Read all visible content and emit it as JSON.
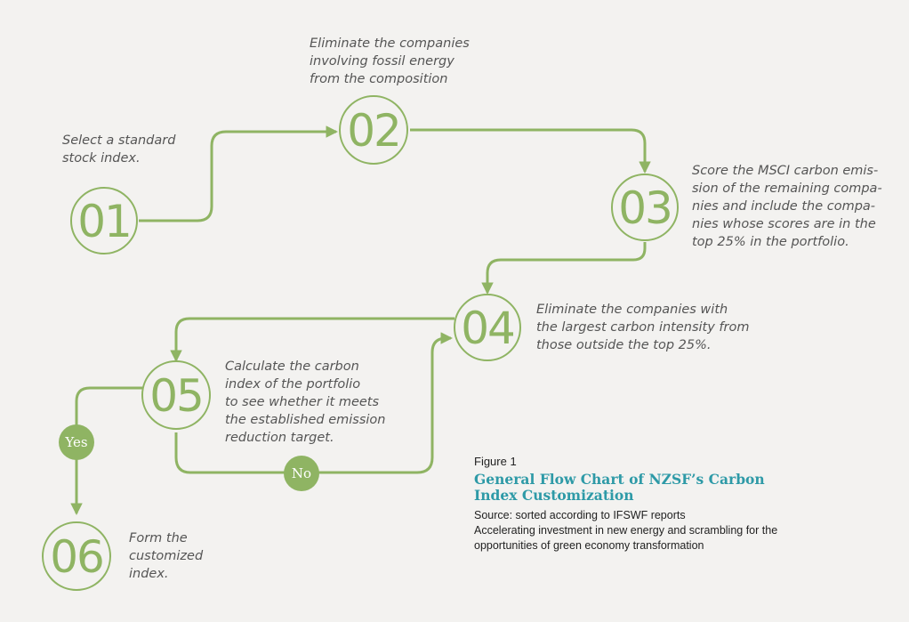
{
  "colors": {
    "accent": "#8fb463",
    "title": "#2e9aa7",
    "text": "#555555",
    "background": "#f3f2f0"
  },
  "steps": [
    {
      "number": "01",
      "text_lines": [
        "Select a standard",
        "stock index."
      ]
    },
    {
      "number": "02",
      "text_lines": [
        "Eliminate the companies",
        "involving fossil energy",
        "from the composition"
      ]
    },
    {
      "number": "03",
      "text_lines": [
        "Score the MSCI carbon emis-",
        "sion of the remaining compa-",
        "nies and include the compa-",
        "nies whose scores are in the",
        "top 25% in the portfolio."
      ]
    },
    {
      "number": "04",
      "text_lines": [
        "Eliminate the companies with",
        "the largest carbon intensity from",
        "those outside the top 25%."
      ]
    },
    {
      "number": "05",
      "text_lines": [
        "Calculate the carbon",
        "index of the portfolio",
        "to see whether it meets",
        "the established emission",
        "reduction target."
      ]
    },
    {
      "number": "06",
      "text_lines": [
        "Form the",
        "customized",
        "index."
      ]
    }
  ],
  "decisions": {
    "yes": "Yes",
    "no": "No"
  },
  "caption": {
    "figure_label": "Figure 1",
    "title_lines": [
      "General Flow Chart of NZSF’s Carbon",
      "Index Customization"
    ],
    "source": "Source: sorted according to IFSWF reports",
    "subtitle_lines": [
      "Accelerating investment in new energy and scrambling for the",
      "opportunities of green economy transformation"
    ]
  }
}
